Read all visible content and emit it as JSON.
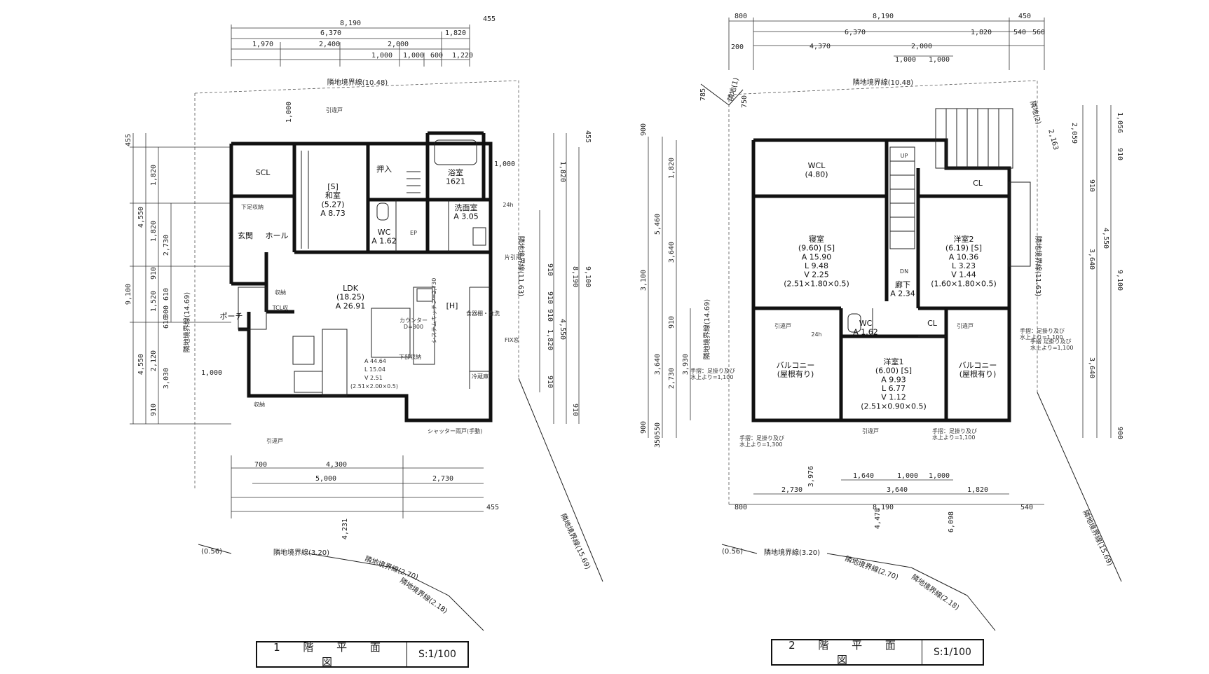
{
  "floor1": {
    "title": "1 階 平 面 図",
    "scale": "S:1/100",
    "dims_top": [
      "8,190",
      "455",
      "6,370",
      "1,820",
      "1,970",
      "2,400",
      "2,000",
      "1,000",
      "1,000",
      "600",
      "1,220"
    ],
    "dims_bottom": [
      "700",
      "4,300",
      "5,000",
      "2,730",
      "455"
    ],
    "dims_left": [
      "455",
      "1,820",
      "4,550",
      "2,730",
      "1,820",
      "910",
      "9,100",
      "1,520",
      "610",
      "300",
      "610",
      "4,550",
      "2,120",
      "3,030",
      "910"
    ],
    "dims_right": [
      "455",
      "1,820",
      "910",
      "8,190",
      "9,100",
      "910",
      "910",
      "1,820",
      "4,550",
      "910",
      "910",
      "1,000"
    ],
    "misc_dims": [
      "1,000",
      "1,000",
      "4,231"
    ],
    "rooms": [
      {
        "label": "SCL"
      },
      {
        "label": "[S]\n和室\n(5.27)\nA 8.73"
      },
      {
        "label": "押入"
      },
      {
        "label": "浴室\n1621"
      },
      {
        "label": "WC\nA 1.62"
      },
      {
        "label": "洗面室\nA 3.05"
      },
      {
        "label": "下足収納"
      },
      {
        "label": "玄関"
      },
      {
        "label": "ホール"
      },
      {
        "label": "LDK\n(18.25)\nA 26.91"
      },
      {
        "label": "収納"
      },
      {
        "label": "TCL収"
      },
      {
        "label": "ポーチ"
      },
      {
        "label": "[H]"
      },
      {
        "label": "カウンター\nD=300"
      },
      {
        "label": "下部収納"
      },
      {
        "label": "冷蔵庫"
      },
      {
        "label": "収納"
      },
      {
        "label": "EP"
      },
      {
        "label": "24h"
      }
    ],
    "ldk_stats": [
      "A 44.64",
      "L 15.04",
      "V 2.51",
      "(2.51×2.00×0.5)"
    ],
    "boundaries": [
      "隣地境界線(10.48)",
      "隣地境界線(14.69)",
      "隣地境界線(11.63)",
      "隣地境界線(3.20)",
      "隣地境界線(2.70)",
      "隣地境界線(2.18)",
      "隣地境界線(15.69)",
      "(0.56)"
    ],
    "notes": [
      "引違戸",
      "片引戸",
      "FIX窓",
      "シャッター雨戸(手動)",
      "引違戸",
      "食器棚・食洗",
      "システムキッチン=2,730"
    ]
  },
  "floor2": {
    "title": "2 階 平 面 図",
    "scale": "S:1/100",
    "dims_top": [
      "800",
      "8,190",
      "450",
      "6,370",
      "1,820",
      "540",
      "560",
      "200",
      "4,370",
      "2,000",
      "1,000",
      "1,000"
    ],
    "dims_bottom": [
      "1,640",
      "1,000",
      "1,000",
      "2,730",
      "3,640",
      "1,820",
      "800",
      "8,190",
      "540",
      "3,976",
      "4,478",
      "6,098"
    ],
    "dims_left": [
      "900",
      "1,820",
      "5,460",
      "3,640",
      "3,100",
      "910",
      "3,640",
      "2,730",
      "3,930",
      "900",
      "550",
      "350",
      "785",
      "750"
    ],
    "dims_right": [
      "1,056",
      "2,059",
      "910",
      "910",
      "4,550",
      "3,640",
      "9,100",
      "3,640",
      "900",
      "2,163"
    ],
    "rooms": [
      {
        "label": "WCL\n(4.80)"
      },
      {
        "label": "寝室\n(9.60) [S]\nA 15.90\nL 9.48\nV 2.25\n(2.51×1.80×0.5)"
      },
      {
        "label": "洋室2\n(6.19) [S]\nA 10.36\nL 3.23\nV 1.44\n(1.60×1.80×0.5)"
      },
      {
        "label": "CL"
      },
      {
        "label": "CL"
      },
      {
        "label": "廊下\nA 2.34"
      },
      {
        "label": "WC\nA 1.62"
      },
      {
        "label": "洋室1\n(6.00) [S]\nA 9.93\nL 6.77\nV 1.12\n(2.51×0.90×0.5)"
      },
      {
        "label": "バルコニー\n(屋根有り)"
      },
      {
        "label": "バルコニー\n(屋根有り)"
      },
      {
        "label": "24h"
      },
      {
        "label": "DN"
      },
      {
        "label": "UP"
      }
    ],
    "boundaries": [
      "隣地境界線(10.48)",
      "隣地境界線(14.69)",
      "隣地境界線(11.63)",
      "隣地境界線(3.20)",
      "隣地境界線(2.70)",
      "隣地境界線(2.18)",
      "隣地境界線(15.69)",
      "(0.56)",
      "隣地(1)",
      "隣地(2)"
    ],
    "notes": [
      "手摺：足掛り及び\n水上より=1,100",
      "手摺：足掛り及び\n水上より=1,300",
      "手摺：足掛り及び\n水上より=1,100",
      "手摺：足掛り及び\n水上より=1,100",
      "手摺 足掛り及び\n水上より=1,100",
      "引違戸",
      "引違戸",
      "引違戸"
    ]
  }
}
